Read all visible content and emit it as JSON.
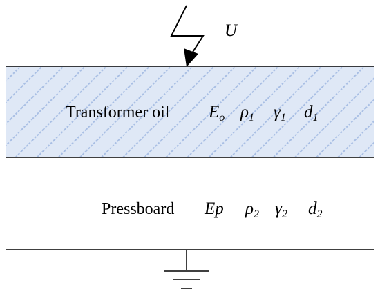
{
  "diagram": {
    "voltage_label": "U",
    "oil_layer": {
      "label": "Transformer oil",
      "field": "E",
      "field_sub": "o",
      "resistivity": "ρ",
      "resistivity_sub": "1",
      "conductivity": "γ",
      "conductivity_sub": "1",
      "thickness": "d",
      "thickness_sub": "1"
    },
    "pressboard_layer": {
      "label": "Pressboard",
      "field": "Ep",
      "resistivity": "ρ",
      "resistivity_sub": "2",
      "conductivity": "γ",
      "conductivity_sub": "2",
      "thickness": "d",
      "thickness_sub": "2"
    },
    "colors": {
      "oil_fill": "#dfe8f6",
      "oil_hatch": "#a9bfe4",
      "line": "#000000"
    }
  }
}
